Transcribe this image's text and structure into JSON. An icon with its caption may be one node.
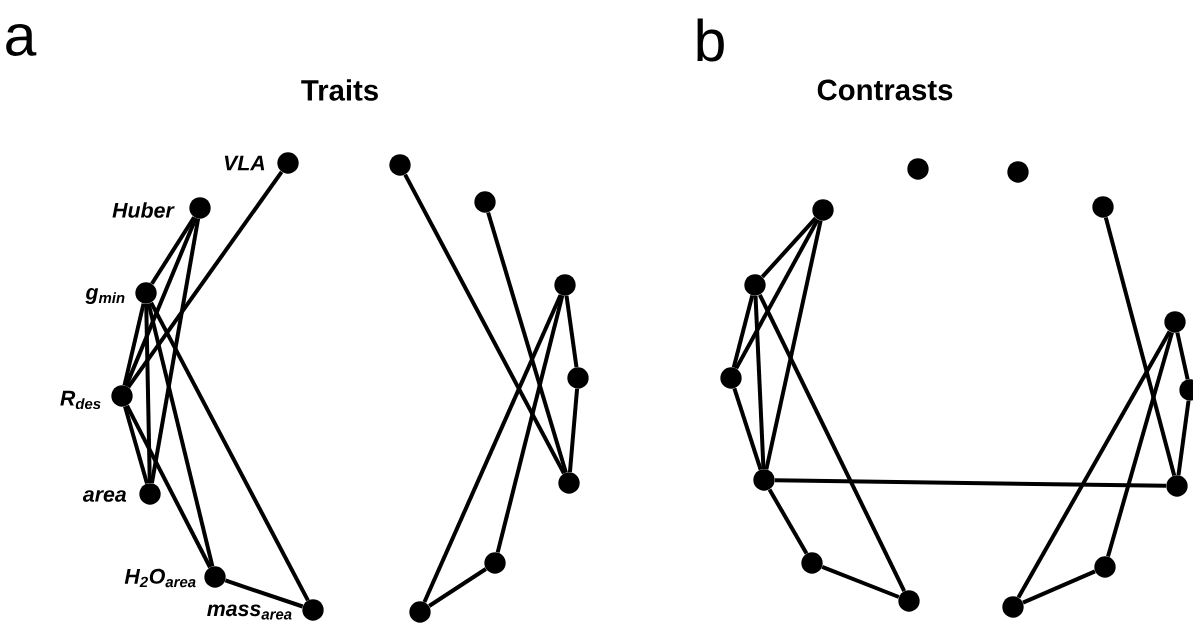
{
  "diagram": {
    "nodes": [
      {
        "text": [],
        "shape": "circle",
        "beside": [
          "VLA"
        ]
      },
      {
        "text": [],
        "shape": "circle",
        "beside": [
          "Huber"
        ]
      },
      {
        "text": [],
        "shape": "circle",
        "beside": [
          "g$_{min}$"
        ]
      },
      {
        "text": [],
        "shape": "circle",
        "beside": [
          "R$_{des}$"
        ]
      },
      {
        "text": [],
        "shape": "circle",
        "beside": [
          "area"
        ]
      },
      {
        "text": [],
        "shape": "circle",
        "beside": [
          "H$_{2}$O$_{area}$"
        ]
      },
      {
        "text": [],
        "shape": "circle",
        "beside": [
          "mass$_{area}$"
        ]
      },
      {
        "text": [],
        "shape": "circle"
      },
      {
        "text": [],
        "shape": "circle"
      },
      {
        "text": [],
        "shape": "circle"
      },
      {
        "text": [],
        "shape": "circle"
      },
      {
        "text": [],
        "shape": "circle"
      },
      {
        "text": [],
        "shape": "circle"
      },
      {
        "text": [],
        "shape": "circle"
      },
      {
        "text": [],
        "shape": "circle"
      },
      {
        "text": [],
        "shape": "circle"
      },
      {
        "text": [],
        "shape": "circle"
      },
      {
        "text": [],
        "shape": "circle"
      },
      {
        "text": [],
        "shape": "circle"
      },
      {
        "text": [],
        "shape": "circle"
      },
      {
        "text": [],
        "shape": "circle"
      },
      {
        "text": [],
        "shape": "circle"
      },
      {
        "text": [],
        "shape": "circle"
      },
      {
        "text": [],
        "shape": "circle"
      },
      {
        "text": [],
        "shape": "circle"
      },
      {
        "text": [],
        "shape": "circle"
      },
      {
        "text": [],
        "shape": "circle"
      },
      {
        "text": [],
        "shape": "circle"
      }
    ],
    "edges": [
      {
        "from": 0,
        "to": 3,
        "arrow": "none"
      },
      {
        "from": 1,
        "to": 2,
        "arrow": "none"
      },
      {
        "from": 1,
        "to": 3,
        "arrow": "none"
      },
      {
        "from": 1,
        "to": 4,
        "arrow": "none"
      },
      {
        "from": 2,
        "to": 3,
        "arrow": "none"
      },
      {
        "from": 2,
        "to": 4,
        "arrow": "none"
      },
      {
        "from": 2,
        "to": 5,
        "arrow": "none"
      },
      {
        "from": 2,
        "to": 6,
        "arrow": "none"
      },
      {
        "from": 3,
        "to": 4,
        "arrow": "none"
      },
      {
        "from": 3,
        "to": 5,
        "arrow": "none"
      },
      {
        "from": 5,
        "to": 6,
        "arrow": "none"
      },
      {
        "from": 7,
        "to": 11,
        "arrow": "none"
      },
      {
        "from": 8,
        "to": 11,
        "arrow": "none"
      },
      {
        "from": 9,
        "to": 10,
        "arrow": "none"
      },
      {
        "from": 9,
        "to": 12,
        "arrow": "none"
      },
      {
        "from": 9,
        "to": 13,
        "arrow": "none"
      },
      {
        "from": 10,
        "to": 11,
        "arrow": "none"
      },
      {
        "from": 12,
        "to": 13,
        "arrow": "none"
      },
      {
        "from": 27,
        "to": 26,
        "arrow": "none"
      },
      {
        "from": 27,
        "to": 25,
        "arrow": "none"
      },
      {
        "from": 27,
        "to": 24,
        "arrow": "none"
      },
      {
        "from": 26,
        "to": 25,
        "arrow": "none"
      },
      {
        "from": 26,
        "to": 24,
        "arrow": "none"
      },
      {
        "from": 26,
        "to": 22,
        "arrow": "none"
      },
      {
        "from": 25,
        "to": 24,
        "arrow": "none"
      },
      {
        "from": 24,
        "to": 23,
        "arrow": "none"
      },
      {
        "from": 23,
        "to": 22,
        "arrow": "none"
      },
      {
        "from": 24,
        "to": 19,
        "arrow": "none"
      },
      {
        "from": 16,
        "to": 19,
        "arrow": "none"
      },
      {
        "from": 17,
        "to": 18,
        "arrow": "none"
      },
      {
        "from": 17,
        "to": 20,
        "arrow": "none"
      },
      {
        "from": 17,
        "to": 21,
        "arrow": "none"
      },
      {
        "from": 18,
        "to": 19,
        "arrow": "none"
      },
      {
        "from": 20,
        "to": 21,
        "arrow": "none"
      }
    ],
    "labels": [
      "a",
      "Traits",
      "b",
      "Contrasts"
    ]
  }
}
